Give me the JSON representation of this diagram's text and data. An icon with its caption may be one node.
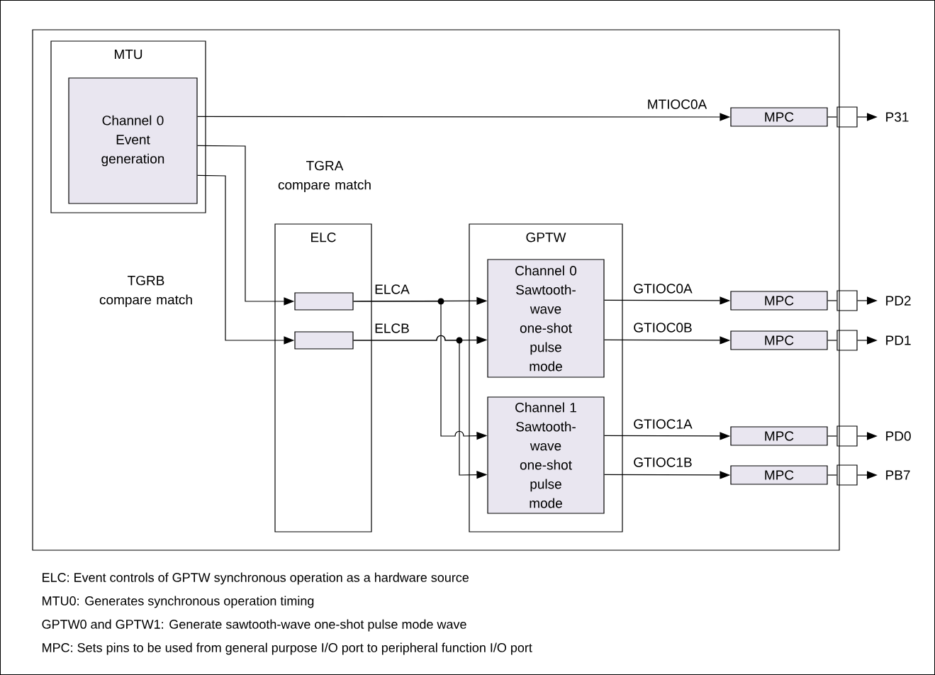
{
  "diagram": {
    "nodes": [
      {
        "text": [],
        "shape": "box"
      },
      {
        "text": [
          "MTU"
        ],
        "in": 0
      },
      {
        "text": [
          "Channel 0 Event generation"
        ],
        "in": 1
      },
      {
        "text": [
          "ELC"
        ],
        "in": 0
      },
      {
        "text": [],
        "shape": "box",
        "in": 3
      },
      {
        "text": [],
        "shape": "box",
        "in": 3
      },
      {
        "text": [
          "GPTW"
        ],
        "in": 0
      },
      {
        "text": [
          "Channel 0 Sawtooth-wave one-shot pulse mode"
        ],
        "in": 6
      },
      {
        "text": [
          "Channel 1 Sawtooth-wave one-shot pulse mode"
        ],
        "in": 6
      },
      {
        "text": [
          "MPC"
        ],
        "in": 0
      },
      {
        "text": [
          "MPC"
        ],
        "in": 0
      },
      {
        "text": [
          "MPC"
        ],
        "in": 0
      },
      {
        "text": [
          "MPC"
        ],
        "in": 0
      },
      {
        "text": [
          "MPC"
        ],
        "in": 0
      },
      {
        "text": [],
        "shape": "box"
      },
      {
        "text": [],
        "shape": "box"
      },
      {
        "text": [],
        "shape": "box"
      },
      {
        "text": [],
        "shape": "box"
      },
      {
        "text": [],
        "shape": "box"
      },
      {
        "text": [
          "P31"
        ]
      },
      {
        "text": [
          "PD2"
        ]
      },
      {
        "text": [
          "PD1"
        ]
      },
      {
        "text": [
          "PD0"
        ]
      },
      {
        "text": [
          "PB7"
        ]
      }
    ],
    "edges": [
      {
        "from": 2,
        "to": 9,
        "arrow": "to",
        "label": "MTIOC0A"
      },
      {
        "from": 2,
        "to": 4,
        "arrow": "to",
        "label": "TGRA compare match"
      },
      {
        "from": 2,
        "to": 5,
        "arrow": "to",
        "label": "TGRB compare match"
      },
      {
        "from": 4,
        "to": 7,
        "arrow": "to",
        "label": "ELCA"
      },
      {
        "from": 4,
        "to": 8,
        "arrow": "to"
      },
      {
        "from": 5,
        "to": 7,
        "arrow": "to",
        "label": "ELCB"
      },
      {
        "from": 5,
        "to": 8,
        "arrow": "to"
      },
      {
        "from": 7,
        "to": 10,
        "arrow": "to",
        "label": "GTIOC0A"
      },
      {
        "from": 7,
        "to": 11,
        "arrow": "to",
        "label": "GTIOC0B"
      },
      {
        "from": 8,
        "to": 12,
        "arrow": "to",
        "label": "GTIOC1A"
      },
      {
        "from": 8,
        "to": 13,
        "arrow": "to",
        "label": "GTIOC1B"
      },
      {
        "from": 9,
        "to": 14,
        "arrow": "none"
      },
      {
        "from": 10,
        "to": 15,
        "arrow": "none"
      },
      {
        "from": 11,
        "to": 16,
        "arrow": "none"
      },
      {
        "from": 12,
        "to": 17,
        "arrow": "none"
      },
      {
        "from": 13,
        "to": 18,
        "arrow": "none"
      },
      {
        "from": 14,
        "to": 19,
        "arrow": "to"
      },
      {
        "from": 15,
        "to": 20,
        "arrow": "to"
      },
      {
        "from": 16,
        "to": 21,
        "arrow": "to"
      },
      {
        "from": 17,
        "to": 22,
        "arrow": "to"
      },
      {
        "from": 18,
        "to": 23,
        "arrow": "to"
      }
    ],
    "labels": [
      "ELC: Event controls of GPTW synchronous operation as a hardware source",
      "MTU0: Generates synchronous operation timing",
      "GPTW0 and GPTW1: Generate sawtooth-wave one-shot pulse mode wave",
      "MPC: Sets pins to be used from general purpose I/O port to peripheral function I/O port"
    ]
  }
}
